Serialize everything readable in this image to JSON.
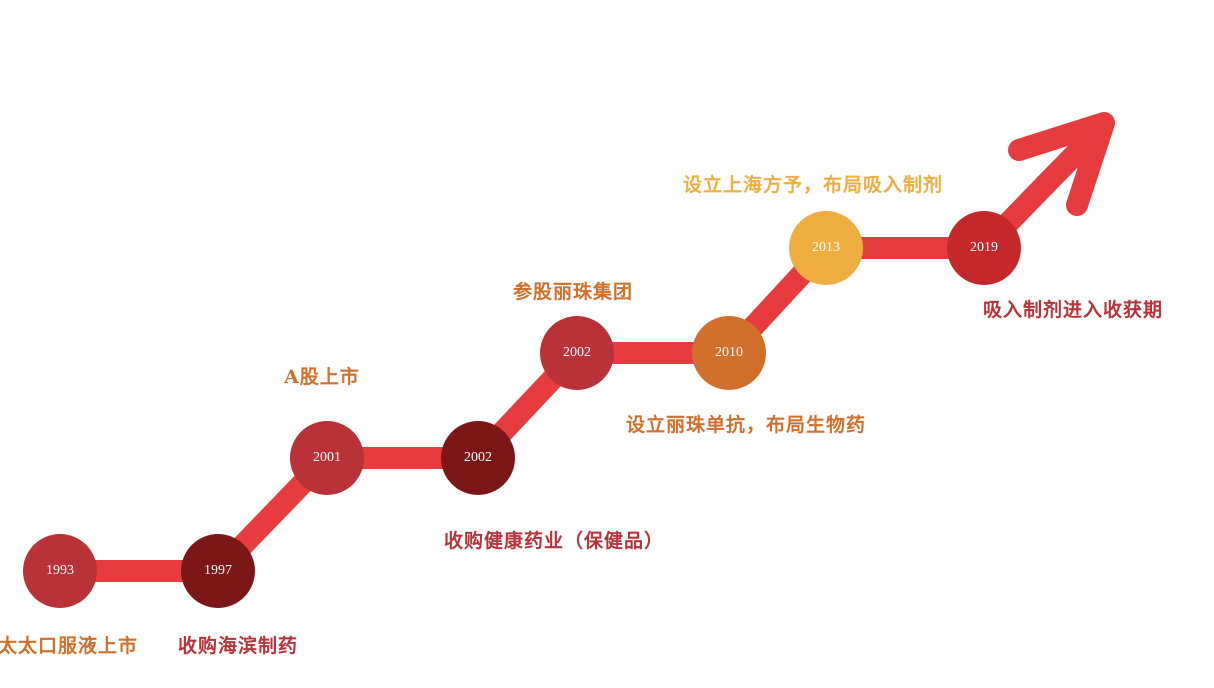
{
  "timeline": {
    "colors": {
      "line": "#e73c3f",
      "red": "#b83238",
      "dark": "#7c1717",
      "orange": "#d0702c",
      "gold": "#f0ad40",
      "crimson": "#c5282a"
    },
    "nodes": [
      {
        "year": "1993",
        "color": "red"
      },
      {
        "year": "1997",
        "color": "dark"
      },
      {
        "year": "2001",
        "color": "red"
      },
      {
        "year": "2002",
        "color": "dark"
      },
      {
        "year": "2002",
        "color": "red"
      },
      {
        "year": "2010",
        "color": "orange"
      },
      {
        "year": "2013",
        "color": "gold"
      },
      {
        "year": "2019",
        "color": "crimson"
      }
    ],
    "events": [
      "太太口服液上市",
      "收购海滨制药",
      "A股上市",
      "收购健康药业（保健品）",
      "参股丽珠集团",
      "设立丽珠单抗，布局生物药",
      "设立上海方予，布局吸入制剂",
      "吸入制剂进入收获期"
    ]
  }
}
